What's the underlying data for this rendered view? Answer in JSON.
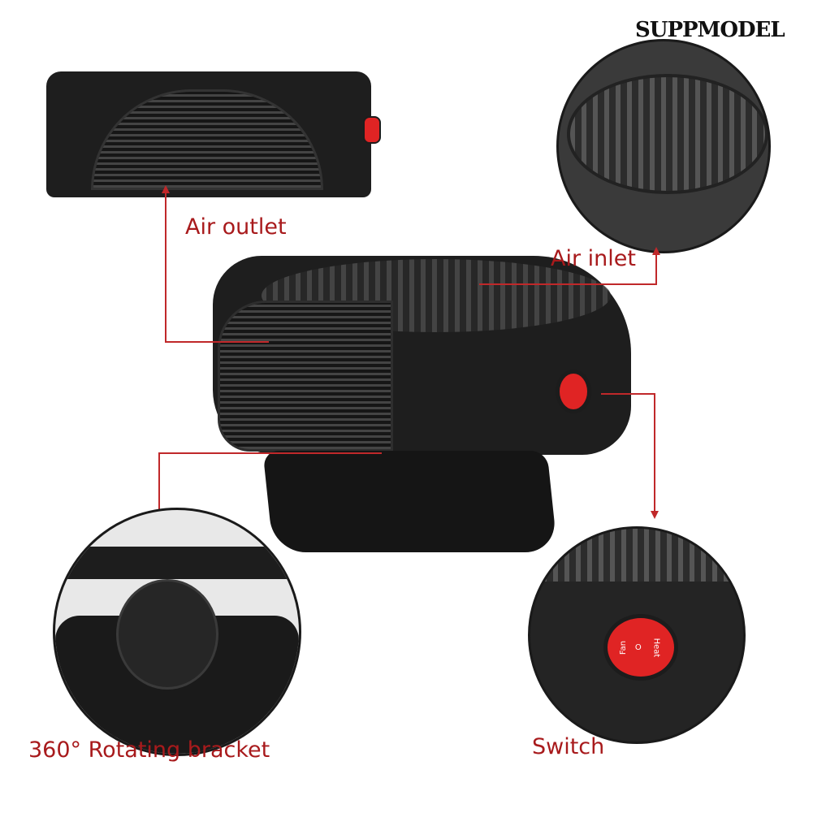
{
  "watermark": "SUPPMODEL",
  "labels": {
    "air_outlet": "Air outlet",
    "air_inlet": "Air inlet",
    "bracket": "360° Rotating bracket",
    "switch": "Switch"
  },
  "switch_button": {
    "left": "Fan",
    "middle": "O",
    "right": "Heat"
  },
  "colors": {
    "label": "#a81a1c",
    "line": "#c0282a",
    "button": "#e02424",
    "body": "#1e1e1e"
  }
}
